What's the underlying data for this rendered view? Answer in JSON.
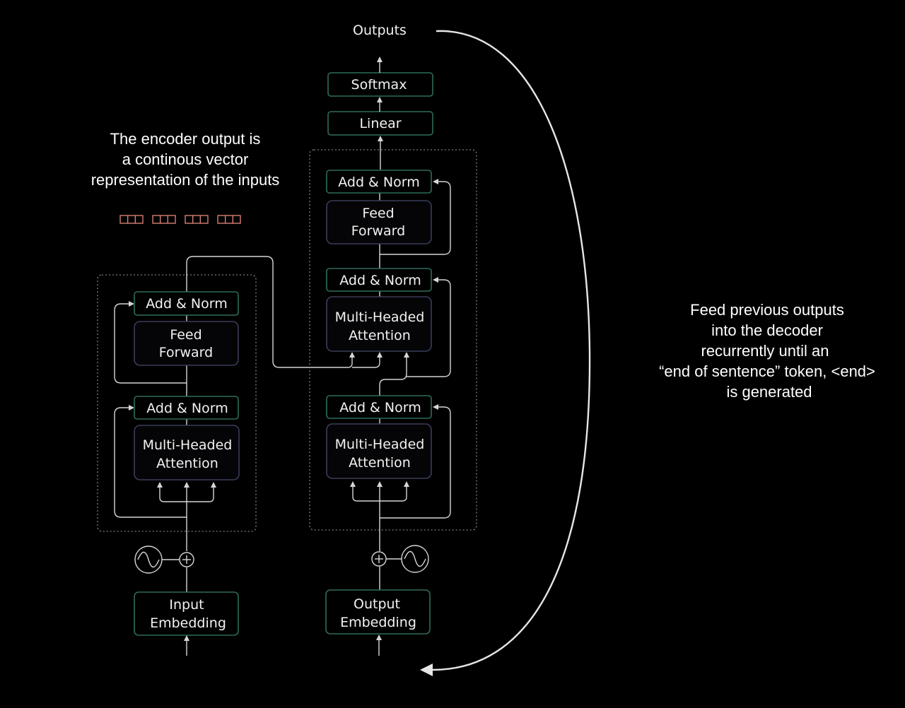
{
  "diagram": {
    "outputs_label": "Outputs",
    "softmax_label": "Softmax",
    "linear_label": "Linear",
    "encoder_note": [
      "The encoder output is",
      "a continous vector",
      "representation of the inputs"
    ],
    "feedback_note": [
      "Feed previous outputs",
      "into the decoder",
      "recurrently until  an",
      "“end of sentence” token, <end>",
      "is generated"
    ],
    "encoder": {
      "add_norm_top": "Add & Norm",
      "feed_forward": [
        "Feed",
        "Forward"
      ],
      "add_norm_bottom": "Add & Norm",
      "attention": [
        "Multi-Headed",
        "Attention"
      ],
      "embedding": [
        "Input",
        "Embedding"
      ]
    },
    "decoder": {
      "add_norm_top": "Add & Norm",
      "feed_forward": [
        "Feed",
        "Forward"
      ],
      "add_norm_middle": "Add & Norm",
      "cross_attention": [
        "Multi-Headed",
        "Attention"
      ],
      "add_norm_bottom": "Add & Norm",
      "self_attention": [
        "Multi-Headed",
        "Attention"
      ],
      "embedding": [
        "Output",
        "Embedding"
      ]
    },
    "encoder_output_vectors": 4,
    "colors": {
      "background": "#000000",
      "layer_border": "#2f6b5c",
      "sublayer_border": "#3a3d58",
      "vector_color": "#e4897c",
      "text": "#f2f2f2"
    }
  }
}
